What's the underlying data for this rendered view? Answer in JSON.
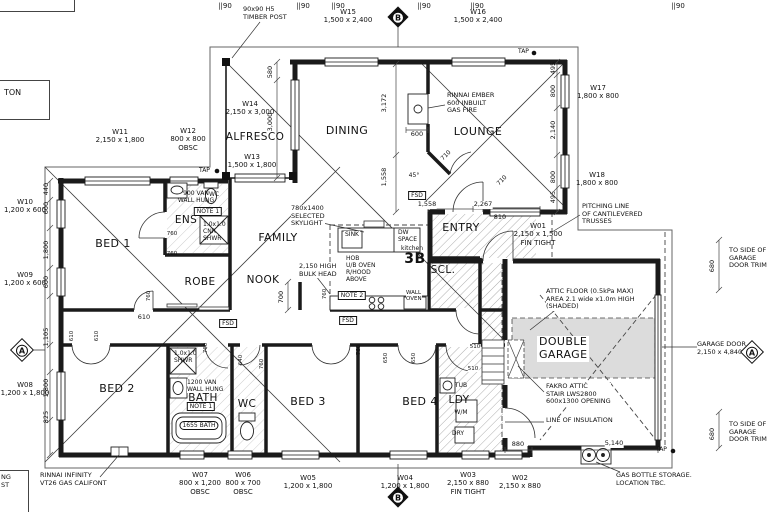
{
  "drawing": {
    "rooms": {
      "alfresco": "ALFRESCO",
      "dining": "DINING",
      "lounge": "LOUNGE",
      "entry": "ENTRY",
      "family": "FAMILY",
      "nook": "NOOK",
      "bed1": "BED 1",
      "ens": "ENS",
      "robe": "ROBE",
      "bed2": "BED 2",
      "bath": "BATH",
      "wc": "WC",
      "bed3": "BED 3",
      "bed4": "BED 4",
      "ldy": "LDY",
      "scl": "SCL.",
      "garage": "DOUBLE\nGARAGE",
      "kitchen": "kitchen",
      "kitchen_code": "3B"
    },
    "windows": {
      "w01": "W01\n2,150 x 1,500\nFIN TIGHT",
      "w02": "W02\n2,150 x 880",
      "w03": "W03\n2,150 x 880\nFIN TIGHT",
      "w04": "W04\n1,200 x 1,800",
      "w05": "W05\n1,200 x 1,800",
      "w06": "W06\n800 x 700\nOBSC",
      "w07": "W07\n800 x 1,200\nOBSC",
      "w08": "W08\n1,200 x 1,800",
      "w09": "W09\n1,200 x 600",
      "w10": "W10\n1,200 x 600",
      "w11": "W11\n2,150 x 1,800",
      "w12": "W12\n800 x 800\nOBSC",
      "w13": "W13\n1,500 x 1,800",
      "w14": "W14\n2,150 x 3,000",
      "w15": "W15\n1,500 x 2,400",
      "w16": "W16\n1,500 x 2,400",
      "w17": "W17\n1,800 x 800",
      "w18": "W18\n1,800 x 800"
    },
    "annotations": {
      "timber_post": "90x90 H5\nTIMBER POST",
      "gas_fire": "RINNAI EMBER\n600 INBUILT\nGAS FIRE",
      "pitching": "PITCHING LINE\nOF CANTILEVERED\nTRUSSES",
      "skylight": "780x1400\nSELECTED\nSKYLIGHT",
      "bulkhead": "2,150 HIGH\nBULK HEAD",
      "attic": "ATTIC FLOOR (0.5kPa MAX)\nAREA 2.1 wide x1.0m HIGH\n(SHADED)",
      "fakro": "FAKRO ATTIC\nSTAIR LWS2800\n600x1300 OPENING",
      "insulation": "LINE OF INSULATION",
      "garage_door": "GARAGE DOOR\n2,150 x 4,840",
      "door_trim": "TO SIDE OF\nGARAGE\nDOOR TRIM",
      "gas_bottle": "GAS BOTTLE STORAGE.\nLOCATION TBC.",
      "califont": "RINNAI INFINITY\nVT26 GAS CALIFONT",
      "van900": "900 VAN\nWALL HUNG",
      "cnr_shwr": "1.0x1.0\nCNR\nSHWR",
      "shwr": "1.0x1.0\nSHWR",
      "van1200": "1200 VAN\nWALL HUNG",
      "bath1655": "1655 BATH",
      "hob": "HOB\nU/B OVEN\nR/HOOD\nABOVE",
      "sink": "SINK",
      "dw": "DW\nSPACE",
      "wall_oven": "WALL\nOVEN",
      "tub": "TUB",
      "wm": "W/M",
      "dry": "DRY",
      "tap": "TAP",
      "deg45": "45°",
      "wc_fix": "WC"
    },
    "markers": {
      "a": "A",
      "b": "B",
      "wall90": "||90",
      "fsd": "FSD",
      "note1": "NOTE 1",
      "note2": "NOTE 2"
    },
    "dims": {
      "d440": "440",
      "d600": "600",
      "d1800": "1,800",
      "d1105": "1,105",
      "d825": "825",
      "d580": "580",
      "d3000": "3,000",
      "d3172": "3,172",
      "d1558": "1,558",
      "d2267": "2,267",
      "d495": "495",
      "d800": "800",
      "d2140": "2,140",
      "d680": "680",
      "d700": "700",
      "d880": "880",
      "d5140": "5,140",
      "d810": "810",
      "d710": "710",
      "d760": "760",
      "d640": "640",
      "d610": "610",
      "d650": "650",
      "d510": "510"
    },
    "fragments": {
      "top_left": "TON",
      "bottom_left": "NG\nST"
    },
    "colors": {
      "wall": "#1a1a1a",
      "shade": "#dcdcdc",
      "hatch": "#999999"
    }
  }
}
